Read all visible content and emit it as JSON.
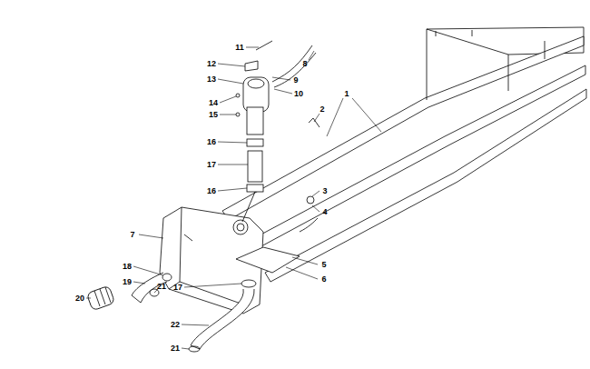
{
  "diagram": {
    "labels": [
      "11",
      "8",
      "1",
      "12",
      "9",
      "13",
      "10",
      "2",
      "14",
      "15",
      "16",
      "17",
      "16",
      "3",
      "4",
      "7",
      "5",
      "6",
      "18",
      "17",
      "19",
      "20",
      "21",
      "22",
      "21"
    ]
  }
}
